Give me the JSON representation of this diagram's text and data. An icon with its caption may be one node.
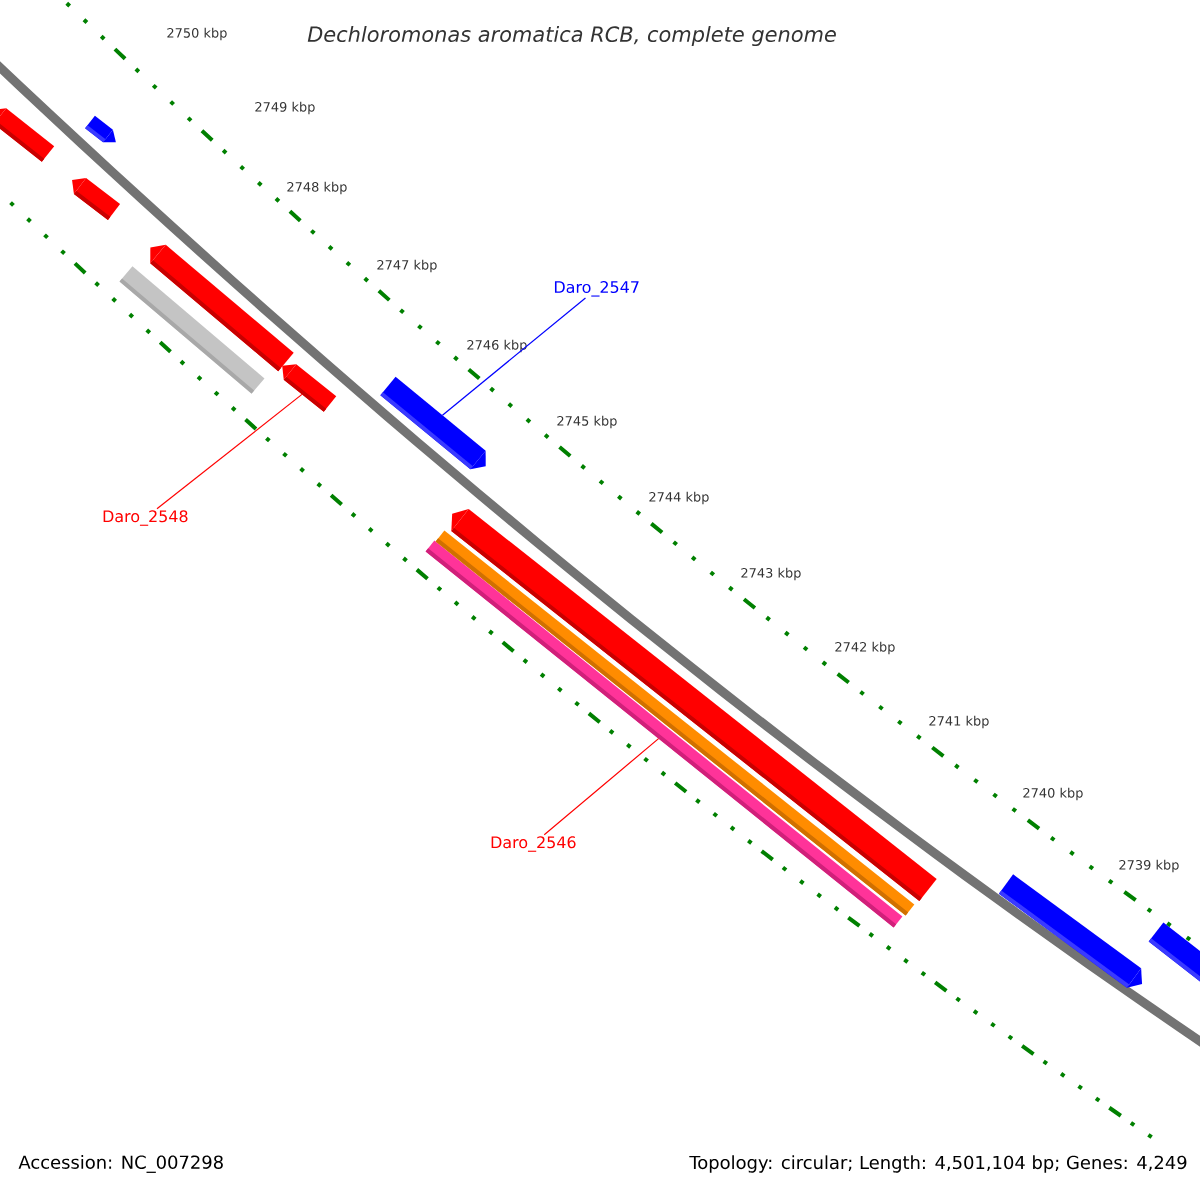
{
  "diagram": {
    "title": "Dechloromonas aromatica RCB, complete genome",
    "nodes": [
      {
        "text": [
          "Daro_2547"
        ]
      },
      {
        "text": [
          "Daro_2548"
        ]
      },
      {
        "text": [
          "Daro_2546"
        ]
      },
      {
        "text": [],
        "shape": "bar"
      },
      {
        "text": [],
        "shape": "bar"
      },
      {
        "text": [],
        "shape": "bar"
      },
      {
        "text": [],
        "shape": "bar"
      },
      {
        "text": [],
        "shape": "bar"
      },
      {
        "text": [],
        "shape": "bar"
      },
      {
        "text": [],
        "shape": "bar"
      },
      {
        "text": [],
        "shape": "bar"
      },
      {
        "text": [],
        "shape": "bar"
      },
      {
        "text": [],
        "shape": "bar"
      },
      {
        "text": [],
        "shape": "bar"
      },
      {
        "text": [],
        "shape": "bar"
      }
    ],
    "edges": [
      {
        "from": 0,
        "to": 9,
        "arrow": "none",
        "color": "#0000ff"
      },
      {
        "from": 1,
        "to": 8,
        "arrow": "none",
        "color": "#ff0000"
      },
      {
        "from": 2,
        "to": 10,
        "arrow": "none",
        "color": "#ff0000"
      }
    ],
    "labels": [
      "2750 kbp",
      "2749 kbp",
      "2748 kbp",
      "2747 kbp",
      "2746 kbp",
      "2745 kbp",
      "2744 kbp",
      "2743 kbp",
      "2742 kbp",
      "2741 kbp",
      "2740 kbp",
      "2739 kbp",
      "Accession: NC_007298",
      "Topology: circular; Length: 4,501,104 bp; Genes: 4,249"
    ]
  }
}
